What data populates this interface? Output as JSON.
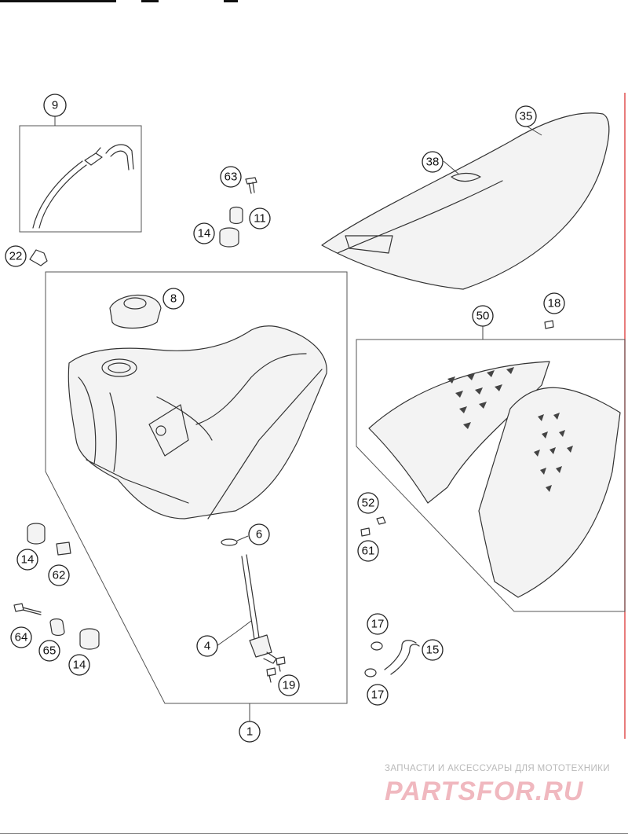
{
  "callouts": {
    "c1": "1",
    "c4": "4",
    "c6": "6",
    "c8": "8",
    "c9": "9",
    "c11": "11",
    "c14a": "14",
    "c14b": "14",
    "c14c": "14",
    "c15": "15",
    "c17a": "17",
    "c17b": "17",
    "c18": "18",
    "c19": "19",
    "c22": "22",
    "c35": "35",
    "c38": "38",
    "c50": "50",
    "c52": "52",
    "c61": "61",
    "c62": "62",
    "c63": "63",
    "c64": "64",
    "c65": "65"
  },
  "watermark": {
    "tagline": "ЗАПЧАСТИ И АКСЕССУАРЫ ДЛЯ МОТОТЕХНИКИ",
    "logo": "PARTSFOR.RU"
  },
  "colors": {
    "line": "#333333",
    "watermark_logo": "#f0b8bf",
    "watermark_tag": "#b9b9b9",
    "accent_red": "#e05050"
  }
}
